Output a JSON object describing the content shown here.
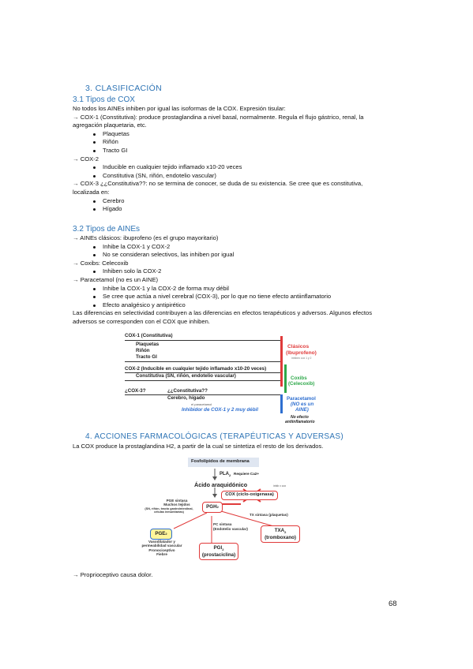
{
  "section3": {
    "title": "3.   CLASIFICACIÓN",
    "sub1": {
      "title": "3.1 Tipos de COX",
      "intro": "No todos los AINEs inhiben por igual las isoformas de la COX. Expresión tisular:",
      "cox1_line1": "→ COX-1 (Constitutiva): produce prostaglandina a nivel basal, normalmente. Regula el flujo gástrico, renal, la",
      "cox1_line2": "agregación plaquetaria, etc.",
      "cox1_items": [
        "Plaquetas",
        "Riñón",
        "Tracto GI"
      ],
      "cox2_head": "→ COX-2",
      "cox2_items": [
        "Inducible en cualquier tejido inflamado x10-20 veces",
        "Constitutiva (SN, riñón, endotelio vascular)"
      ],
      "cox3_line1": "→ COX-3 ¿¿Constitutiva??: no se termina de conocer, se duda de su existencia. Se cree que es constitutiva,",
      "cox3_line2": "localizada en:",
      "cox3_items": [
        "Cerebro",
        "Hígado"
      ]
    },
    "sub2": {
      "title": "3.2 Tipos de AINEs",
      "clasicos_head": "→ AINEs clásicos: ibuprofeno (es el grupo mayoritario)",
      "clasicos_items": [
        "Inhibe la COX-1 y COX-2",
        "No se consideran selectivos, las inhiben por igual"
      ],
      "coxibs_head": "→ Coxibs: Celecoxib",
      "coxibs_items": [
        "Inhiben solo la COX-2"
      ],
      "para_head": "→ Paracetamol (no es un AINE)",
      "para_items": [
        "Inhibe la COX-1 y la COX-2 de forma muy débil",
        "Se cree que actúa a nivel cerebral (COX-3), por lo que no tiene efecto antiinflamatorio",
        "Efecto analgésico y antipirético"
      ],
      "closing1": "Las diferencias en selectividad contribuyen a las diferencias en efectos terapéuticos y adversos. Algunos efectos",
      "closing2": "adversos se corresponden con el COX que inhiben."
    }
  },
  "figure_cox": {
    "cox1_title": "COX-1   (Constitutiva)",
    "cox1_rows": [
      "Plaquetas",
      "Riñón",
      "Tracto GI"
    ],
    "cox2_title": "COX-2    (Inducible en cualquier tejido inflamado x10-20 veces)",
    "cox2_row": "Constitutiva (SN, riñón, endotelio vascular)",
    "cox3_title": "¿COX-3?",
    "cox3_mid": "¿¿Constitutiva??",
    "cox3_row": "Cerebro, hígado",
    "para_small": "el paracetamol",
    "para_note": "Inhibidor de COX-1 y 2 muy débil",
    "clasicos_label": "Clásicos",
    "clasicos_sub": "(Ibuprofeno)",
    "clasicos_note": "inhiben cox 1 y 2",
    "coxibs_label": "Coxibs",
    "coxibs_sub": "(Celecoxib)",
    "paracetamol_label": "Paracetamol",
    "paracetamol_sub1": "(NO es un",
    "paracetamol_sub2": "AINE)",
    "no_efecto1": "No efecto",
    "no_efecto2": "antiinflamatorio",
    "colors": {
      "red": "#e03a3a",
      "green": "#2ea84a",
      "blue": "#2e6fd0",
      "bar_blue_text": "#2e6fd0"
    }
  },
  "section4": {
    "title": "4.   ACCIONES FARMACOLÓGICAS (TERAPÉUTICAS Y ADVERSAS)",
    "intro": "La COX produce la prostaglandina H2, a partir de la cual se sintetiza el resto de los derivados.",
    "final": "→ Proprioceptivo causa dolor."
  },
  "figure_synthesis": {
    "membrane": "Fosfolípidos de membrana",
    "pla2": "PLA",
    "pla2_sub": "2",
    "pla2_req": "Requiere Ca2+",
    "arachidonic": "Ácido araquidónico",
    "cox_box": "COX (ciclo-oxigenasa)",
    "cox_note": "inhib x cox",
    "pgh2": "PGH",
    "pgh2_sub": "2",
    "pge_synth": "PGE sintasa",
    "pge_tissues1": "Muchos tejidos",
    "pge_tissues2": "(SN, riñón, tracto gastrointestinal,",
    "pge_tissues3": "células inmunitarias)",
    "pge2": "PGE",
    "pge2_sub": "2",
    "pge_effects": [
      "Vasodilatador y",
      "permeabilidad vascular",
      "Pronociceptivo",
      "Fiebre"
    ],
    "pc_synth": "PC sintasa",
    "pc_where": "(Endotelio vascular)",
    "pgi2": "PGI",
    "pgi2_sub": "2",
    "pgi2_name": "(prostaciclina)",
    "tx_synth": "TX sintasa (plaquetas)",
    "txa2": "TXA",
    "txa2_sub": "2",
    "txa2_name": "(tromboxano)"
  },
  "page_number": "68"
}
